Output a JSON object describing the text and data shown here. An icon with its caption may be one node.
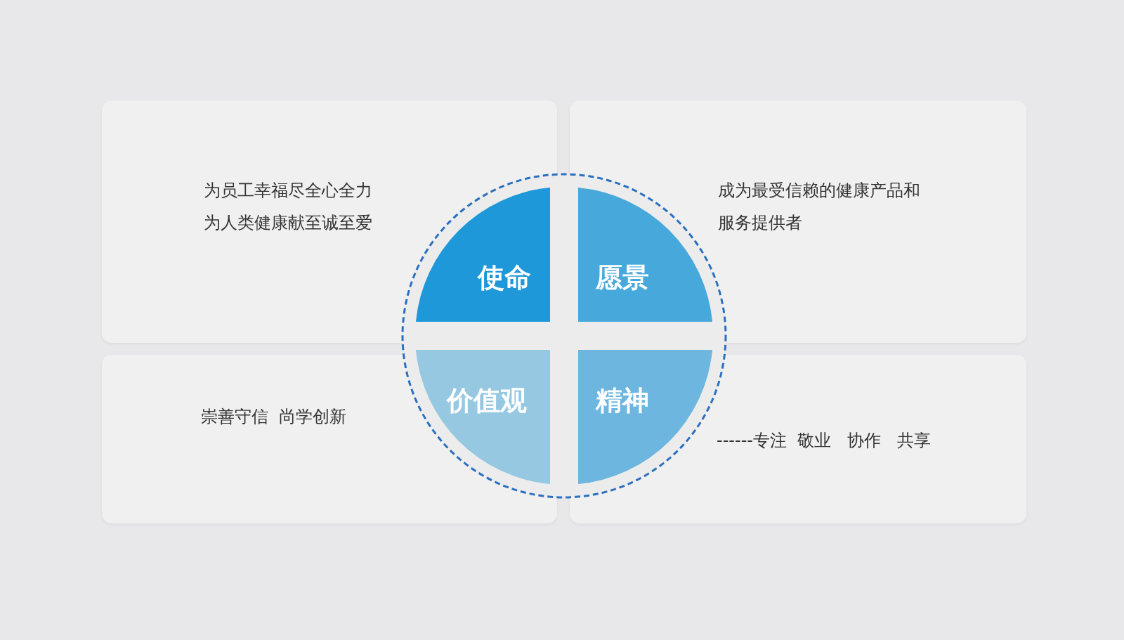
{
  "diagram": {
    "nodes": [
      {
        "text": [
          "为员工幸福尽全心全力",
          "为人类健康献至诚至爱"
        ]
      },
      {
        "text": [
          "使命"
        ]
      },
      {
        "text": [
          "愿景"
        ]
      },
      {
        "text": [
          "成为最受信赖的健康产品和服务提供者"
        ]
      },
      {
        "text": [
          "崇善守信  尚学创新"
        ]
      },
      {
        "text": [
          "价值观"
        ]
      },
      {
        "text": [
          "精神"
        ]
      },
      {
        "text": [
          "------专注  敬业   协作   共享"
        ]
      }
    ],
    "edges": []
  }
}
